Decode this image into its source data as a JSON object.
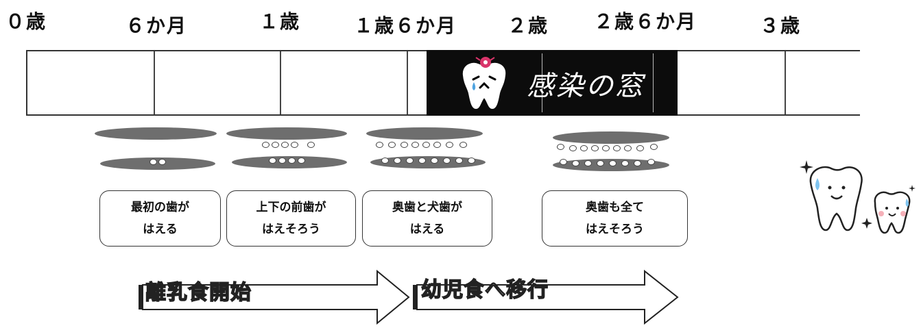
{
  "ages": [
    "０歳",
    "６か月",
    "１歳",
    "１歳６か月",
    "２歳",
    "２歳６か月",
    "３歳"
  ],
  "infection_window": {
    "label": "感染の窓"
  },
  "stages": [
    {
      "text": "最初の歯が\nはえる"
    },
    {
      "text": "上下の前歯が\nはえそろう"
    },
    {
      "text": "奥歯と犬歯が\nはえる"
    },
    {
      "text": "奥歯も全て\nはえそろう"
    }
  ],
  "diet_arrows": [
    {
      "label": "離乳食開始"
    },
    {
      "label": "幼児食へ移行"
    }
  ],
  "icons": [
    "crying-tooth-icon",
    "happy-teeth-icon",
    "sparkle-icon"
  ],
  "colors": {
    "window_bg": "#0c0c0c",
    "gum": "#6e6e6e"
  }
}
